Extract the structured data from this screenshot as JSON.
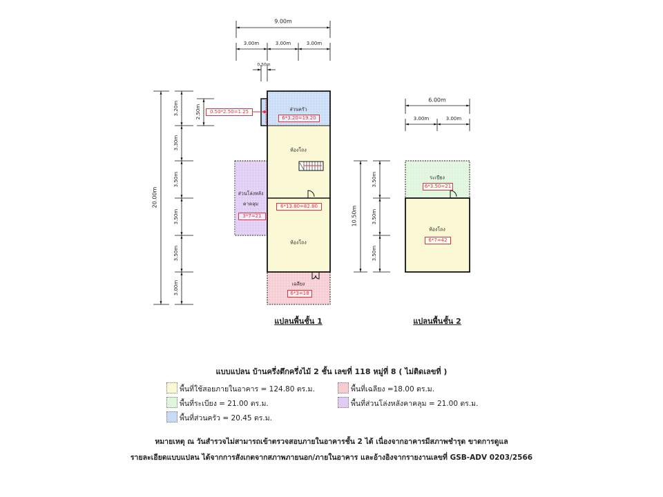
{
  "floor1": {
    "title": "แปลนพื้นชั้น 1",
    "dim_total_width": "9.00m",
    "dim_widths": [
      "3.00m",
      "3.00m",
      "3.00m"
    ],
    "dim_bump": "0.50m",
    "dim_total_length": "20.00m",
    "dim_lengths": [
      "3.20m",
      "3.30m",
      "3.50m",
      "3.50m",
      "3.50m",
      "3.00m"
    ],
    "dim_bump_length": "2.50m",
    "bump_area": "0.50*2.50=1.25",
    "kitchen_label": "ส่วนครัว",
    "kitchen_area": "6*3.20=19.20",
    "hall_label_upper": "ห้องโถง",
    "hall_area": "6*13.80=82.80",
    "hall_label_lower": "ห้องโถง",
    "porch_label": "เฉลียง",
    "porch_area": "6*3=18",
    "open_label_1": "ส่วนโล่งหลัง",
    "open_label_2": "คาคลุม",
    "open_area": "3*7=21"
  },
  "floor2": {
    "title": "แปลนพื้นชั้น 2",
    "dim_total_width": "6.00m",
    "dim_widths": [
      "3.00m",
      "3.00m"
    ],
    "dim_total_length": "10.50m",
    "dim_lengths": [
      "3.50m",
      "3.50m",
      "3.50m"
    ],
    "balcony_label": "ระเบียง",
    "balcony_area": "6*3.50=21",
    "hall_label": "ห้องโถง",
    "hall_area": "6*7=42"
  },
  "legend": {
    "title": "แบบแปลน บ้านครึ่งตึกครึ่งไม้ 2 ชั้น เลขที่ 118 หมู่ที่ 8 ( ไม่ติดเลขที่ )",
    "items": [
      {
        "label": "พื้นที่ใช้สอยภายในอาคาร = 124.80 ตร.ม.",
        "color": "#fbf8d6"
      },
      {
        "label": "พื้นที่ระเบียง = 21.00 ตร.ม.",
        "color": "#dff5dc"
      },
      {
        "label": "พื้นที่ส่วนครัว = 20.45 ตร.ม.",
        "color": "#c9dcf7"
      },
      {
        "label": "พื้นที่เฉลียง =18.00 ตร.ม.",
        "color": "#f7cdd3"
      },
      {
        "label": "พื้นที่ส่วนโล่งหลังคาคลุม  = 21.00 ตร.ม.",
        "color": "#e0ccf5"
      }
    ]
  },
  "notes": [
    "หมายเหตุ ณ วันสำรวจไม่สามารถเข้าตรวจสอบภายในอาคารชั้น 2 ได้ เนื่องจากอาคารมีสภาพชำรุด ขาดการดูแล",
    "รายละเอียดแบบแปลน ได้จากการสังเกตจากสภาพภายนอก/ภายในอาคาร และอ้างอิงจากรายงานเลขที่ GSB-ADV 0203/2566"
  ]
}
